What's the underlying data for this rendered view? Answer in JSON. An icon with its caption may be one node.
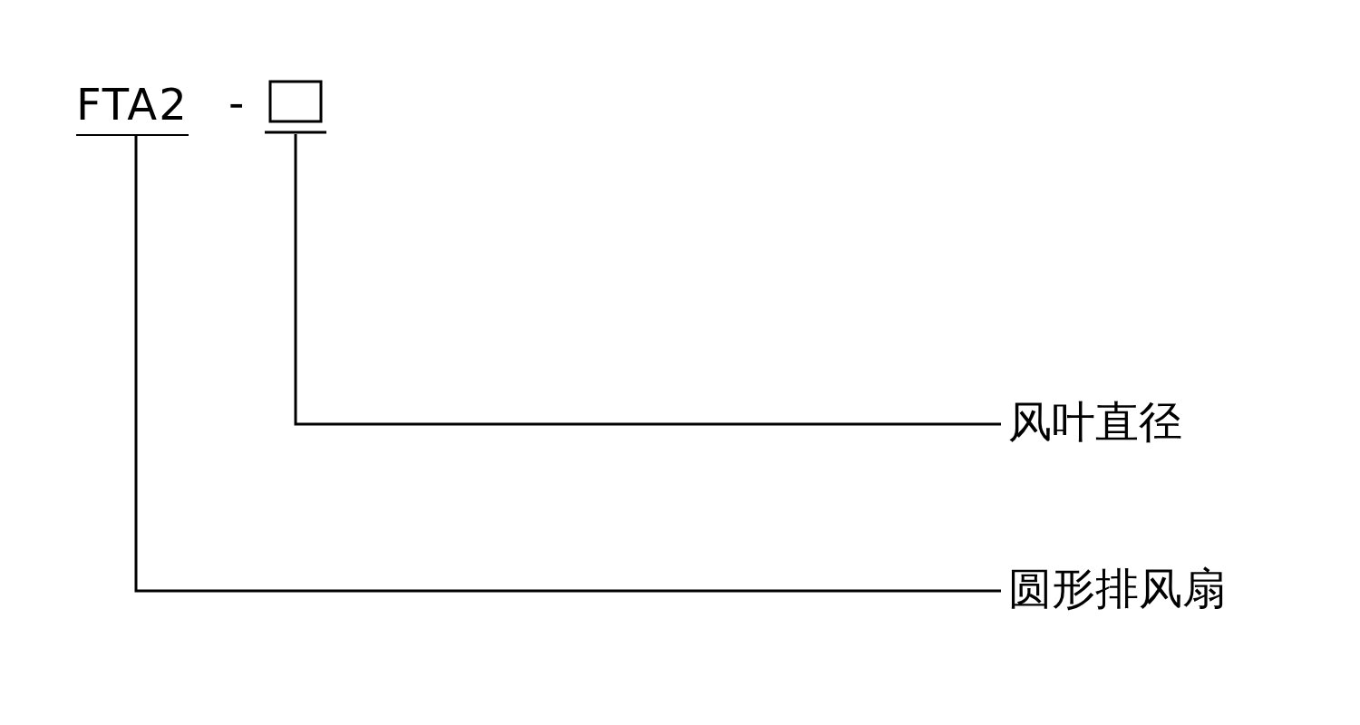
{
  "diagram": {
    "nodes": [
      {
        "text": [
          "FTA2"
        ]
      },
      {
        "text": [],
        "shape": "box"
      },
      {
        "text": [
          "风叶直径"
        ]
      },
      {
        "text": [
          "圆形排风扇"
        ]
      }
    ],
    "edges": [
      {
        "from": 1,
        "to": 2,
        "arrow": "none"
      },
      {
        "from": 0,
        "to": 3,
        "arrow": "none"
      }
    ],
    "labels": [
      "-"
    ]
  }
}
